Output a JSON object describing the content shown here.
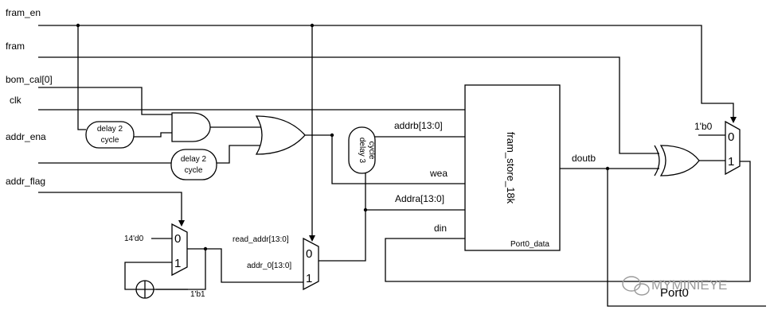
{
  "inputs": {
    "fram_en": "fram_en",
    "fram": "fram",
    "bom_cal": "bom_cal[0]",
    "clk": "clk",
    "addr_ena": "addr_ena",
    "addr_flag": "addr_flag"
  },
  "delays": {
    "d1": [
      "delay 2",
      "cycle"
    ],
    "d2": [
      "delay 2",
      "cycle"
    ],
    "d3": [
      "delay 3",
      "cycle"
    ]
  },
  "bram": {
    "name": "fram_store_18k",
    "ports": {
      "addrb": "addrb[13:0]",
      "wea": "wea",
      "addra": "Addra[13:0]",
      "din": "din",
      "port0_data": "Port0_data"
    }
  },
  "signals": {
    "doutb": "doutb",
    "read_addr": "read_addr[13:0]",
    "addr_0": "addr_0[13:0]",
    "const_14d0": "14'd0",
    "const_1b1": "1'b1",
    "const_1b0": "1'b0",
    "port0": "Port0"
  },
  "mux_labels": {
    "sel0": "0",
    "sel1": "1"
  },
  "watermark": {
    "text": "MYMINIEYE"
  }
}
